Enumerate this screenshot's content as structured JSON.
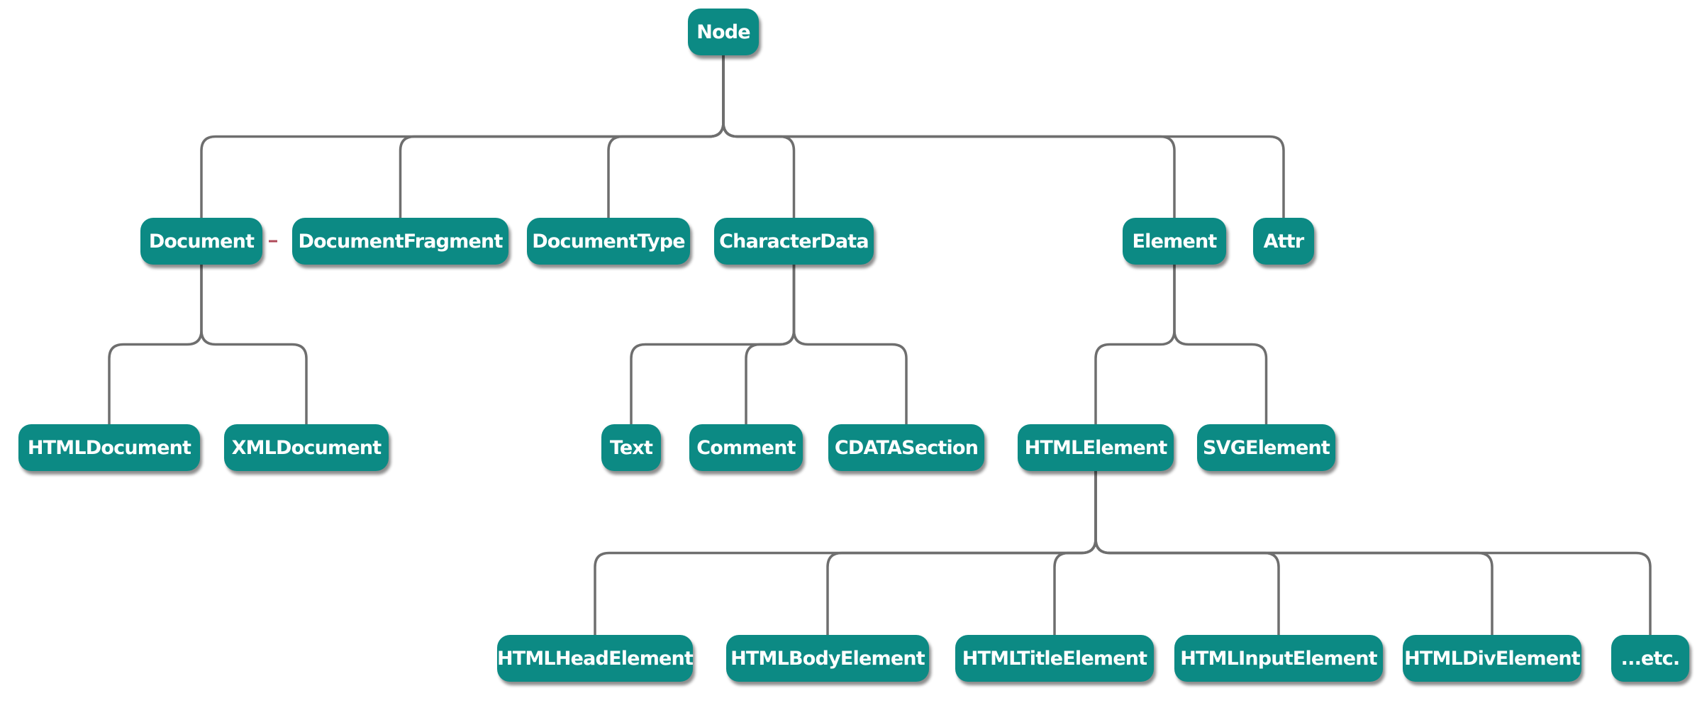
{
  "colors": {
    "node_fill": "#0c8a84",
    "node_text": "#ffffff",
    "edge": "#6e6e6e",
    "dash": "#b04a5a"
  },
  "nodes": {
    "node": "Node",
    "document": "Document",
    "document_fragment": "DocumentFragment",
    "document_type": "DocumentType",
    "character_data": "CharacterData",
    "element": "Element",
    "attr": "Attr",
    "html_document": "HTMLDocument",
    "xml_document": "XMLDocument",
    "text": "Text",
    "comment": "Comment",
    "cdata_section": "CDATASection",
    "html_element": "HTMLElement",
    "svg_element": "SVGElement",
    "html_head_element": "HTMLHeadElement",
    "html_body_element": "HTMLBodyElement",
    "html_title_element": "HTMLTitleElement",
    "html_input_element": "HTMLInputElement",
    "html_div_element": "HTMLDivElement",
    "etc": "...etc."
  },
  "edges": [
    [
      "node",
      "document"
    ],
    [
      "node",
      "document_fragment"
    ],
    [
      "node",
      "document_type"
    ],
    [
      "node",
      "character_data"
    ],
    [
      "node",
      "element"
    ],
    [
      "node",
      "attr"
    ],
    [
      "document",
      "html_document"
    ],
    [
      "document",
      "xml_document"
    ],
    [
      "character_data",
      "text"
    ],
    [
      "character_data",
      "comment"
    ],
    [
      "character_data",
      "cdata_section"
    ],
    [
      "element",
      "html_element"
    ],
    [
      "element",
      "svg_element"
    ],
    [
      "html_element",
      "html_head_element"
    ],
    [
      "html_element",
      "html_body_element"
    ],
    [
      "html_element",
      "html_title_element"
    ],
    [
      "html_element",
      "html_input_element"
    ],
    [
      "html_element",
      "html_div_element"
    ],
    [
      "html_element",
      "etc"
    ]
  ]
}
